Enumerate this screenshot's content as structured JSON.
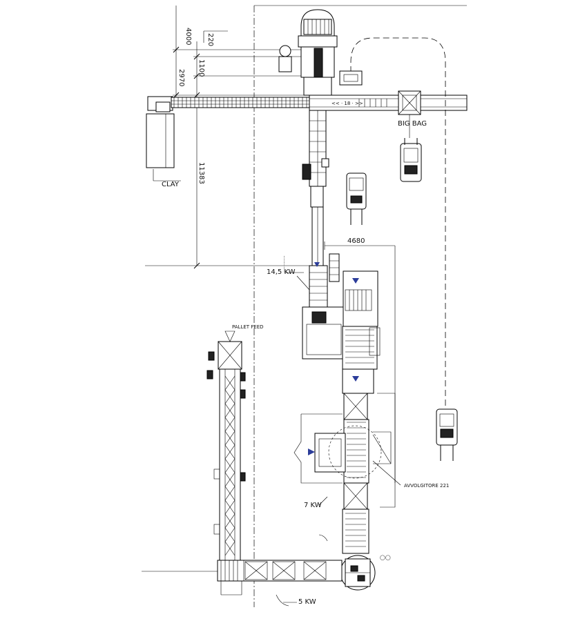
{
  "labels": {
    "clay": "CLAY",
    "big_bag": "BIG BAG",
    "wrapper": "AVVOLGITORE 221",
    "power_145": "14,5 KW",
    "power_7": "7 KW",
    "power_5": "5 KW"
  },
  "dimensions": {
    "d4000": "4000",
    "d220": "220",
    "d1100": "1100",
    "d2970": "2970",
    "d11383": "11383",
    "d4680": "4680"
  },
  "colors": {
    "line": "#000000",
    "arrow_marker": "#2c3d9a",
    "background": "#ffffff"
  }
}
